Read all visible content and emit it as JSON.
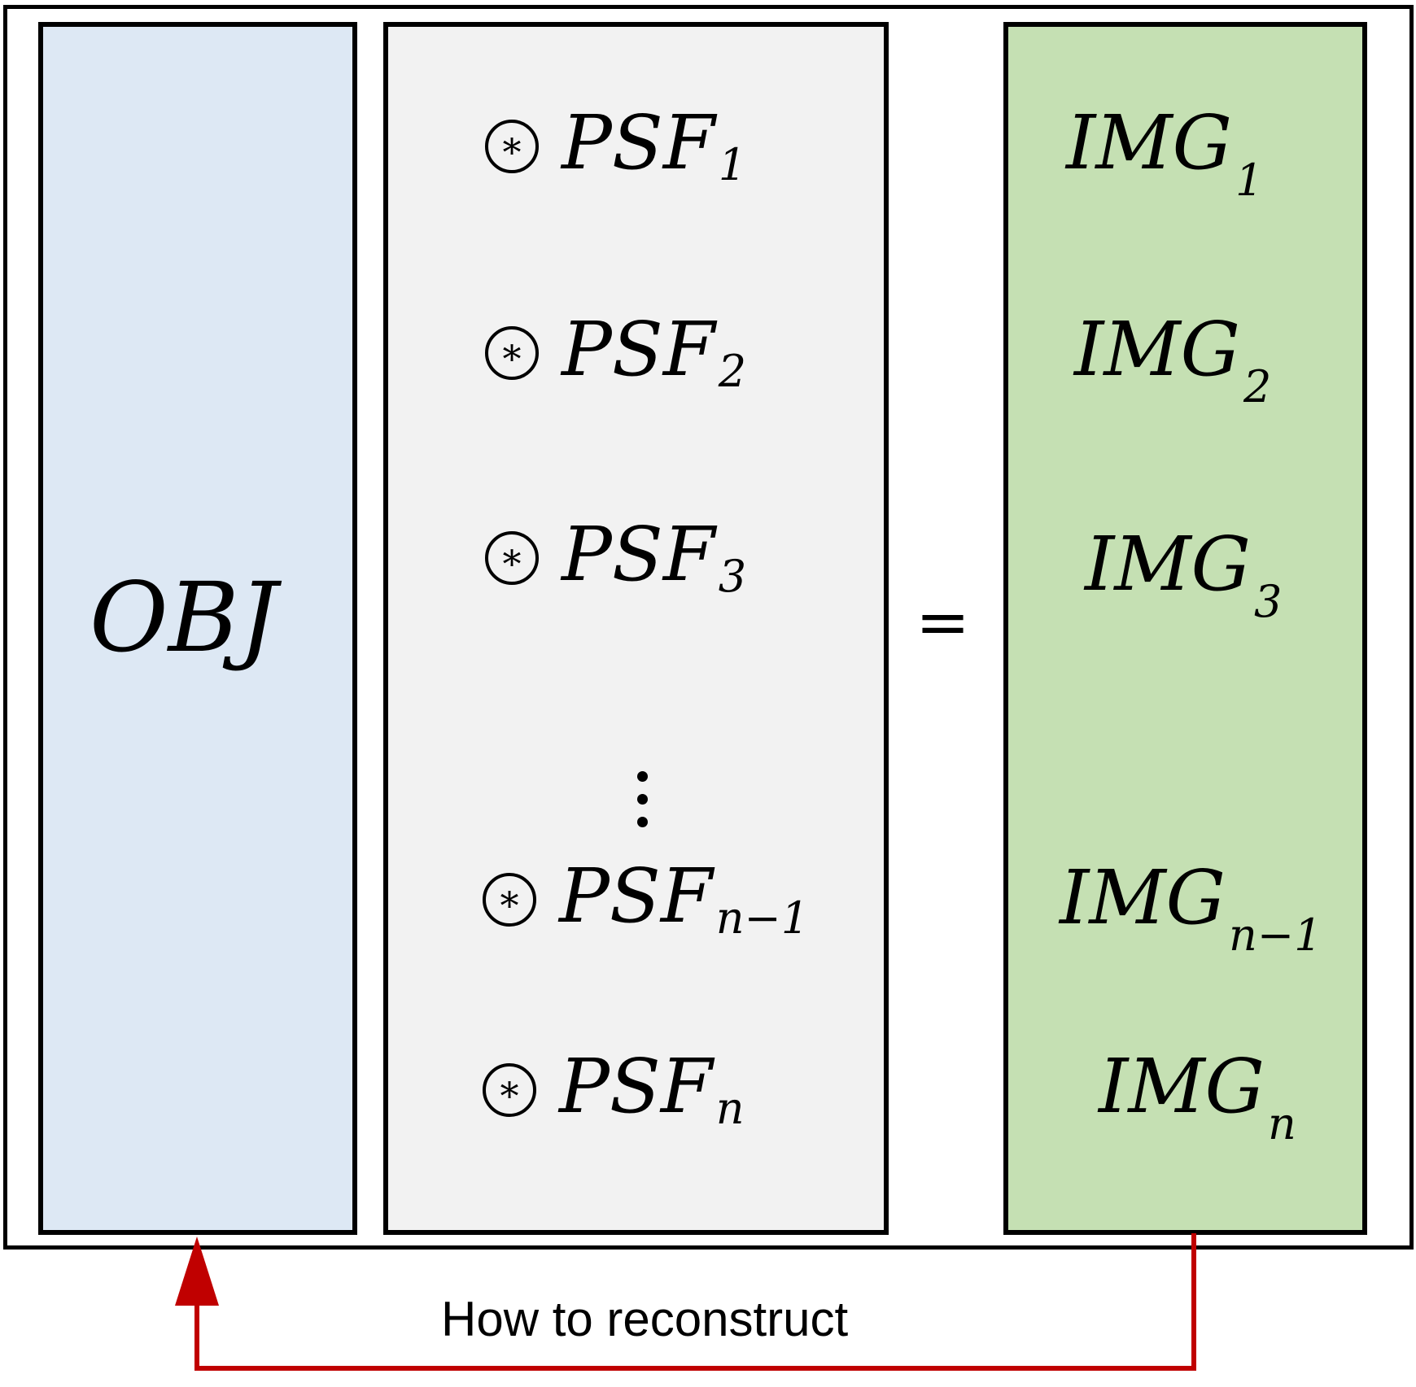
{
  "diagram": {
    "object_label": "OBJ",
    "equals_sign": "=",
    "psf_terms": [
      {
        "base": "PSF",
        "subscript": "1"
      },
      {
        "base": "PSF",
        "subscript": "2"
      },
      {
        "base": "PSF",
        "subscript": "3"
      },
      {
        "base": "PSF",
        "subscript": "n−1"
      },
      {
        "base": "PSF",
        "subscript": "n"
      }
    ],
    "img_terms": [
      {
        "base": "IMG",
        "subscript": "1"
      },
      {
        "base": "IMG",
        "subscript": "2"
      },
      {
        "base": "IMG",
        "subscript": "3"
      },
      {
        "base": "IMG",
        "subscript": "n−1"
      },
      {
        "base": "IMG",
        "subscript": "n"
      }
    ],
    "convolution_operator": "circled-asterisk-icon",
    "ellipsis": "vertical-dots",
    "feedback_caption": "How to reconstruct",
    "colors": {
      "object_fill": "#dde8f4",
      "psf_fill": "#f2f2f2",
      "img_fill": "#c5e0b3",
      "arrow": "#c00000",
      "border": "#000000"
    }
  }
}
